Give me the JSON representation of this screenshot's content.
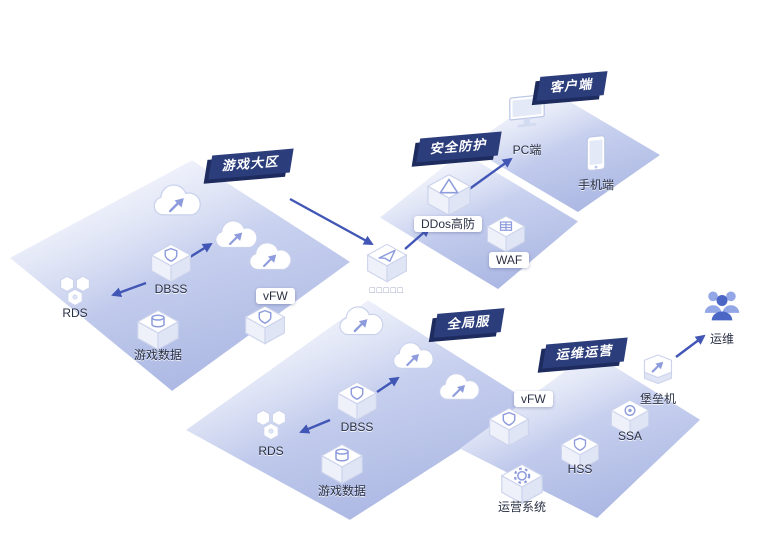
{
  "zones": {
    "game": "游戏大区",
    "security": "安全防护",
    "client": "客户端",
    "global": "全局服",
    "ops": "运维运营"
  },
  "game": {
    "dbss": "DBSS",
    "rds": "RDS",
    "data": "游戏数据",
    "vfw": "vFW"
  },
  "security": {
    "ddos": "DDos高防",
    "waf": "WAF"
  },
  "client": {
    "pc": "PC端",
    "mobile": "手机端"
  },
  "global": {
    "dbss": "DBSS",
    "rds": "RDS",
    "data": "游戏数据",
    "vfw": "vFW"
  },
  "ops": {
    "bastion": "堡垒机",
    "ssa": "SSA",
    "hss": "HSS",
    "system": "运营系统",
    "admin": "运维"
  },
  "gateway": {
    "placeholder": "□□□□□"
  },
  "colors": {
    "platform": "#a3b0e0",
    "tab": "#2c3d7c",
    "arrow": "#4156b5",
    "icon_accent": "#8e9cdd"
  }
}
